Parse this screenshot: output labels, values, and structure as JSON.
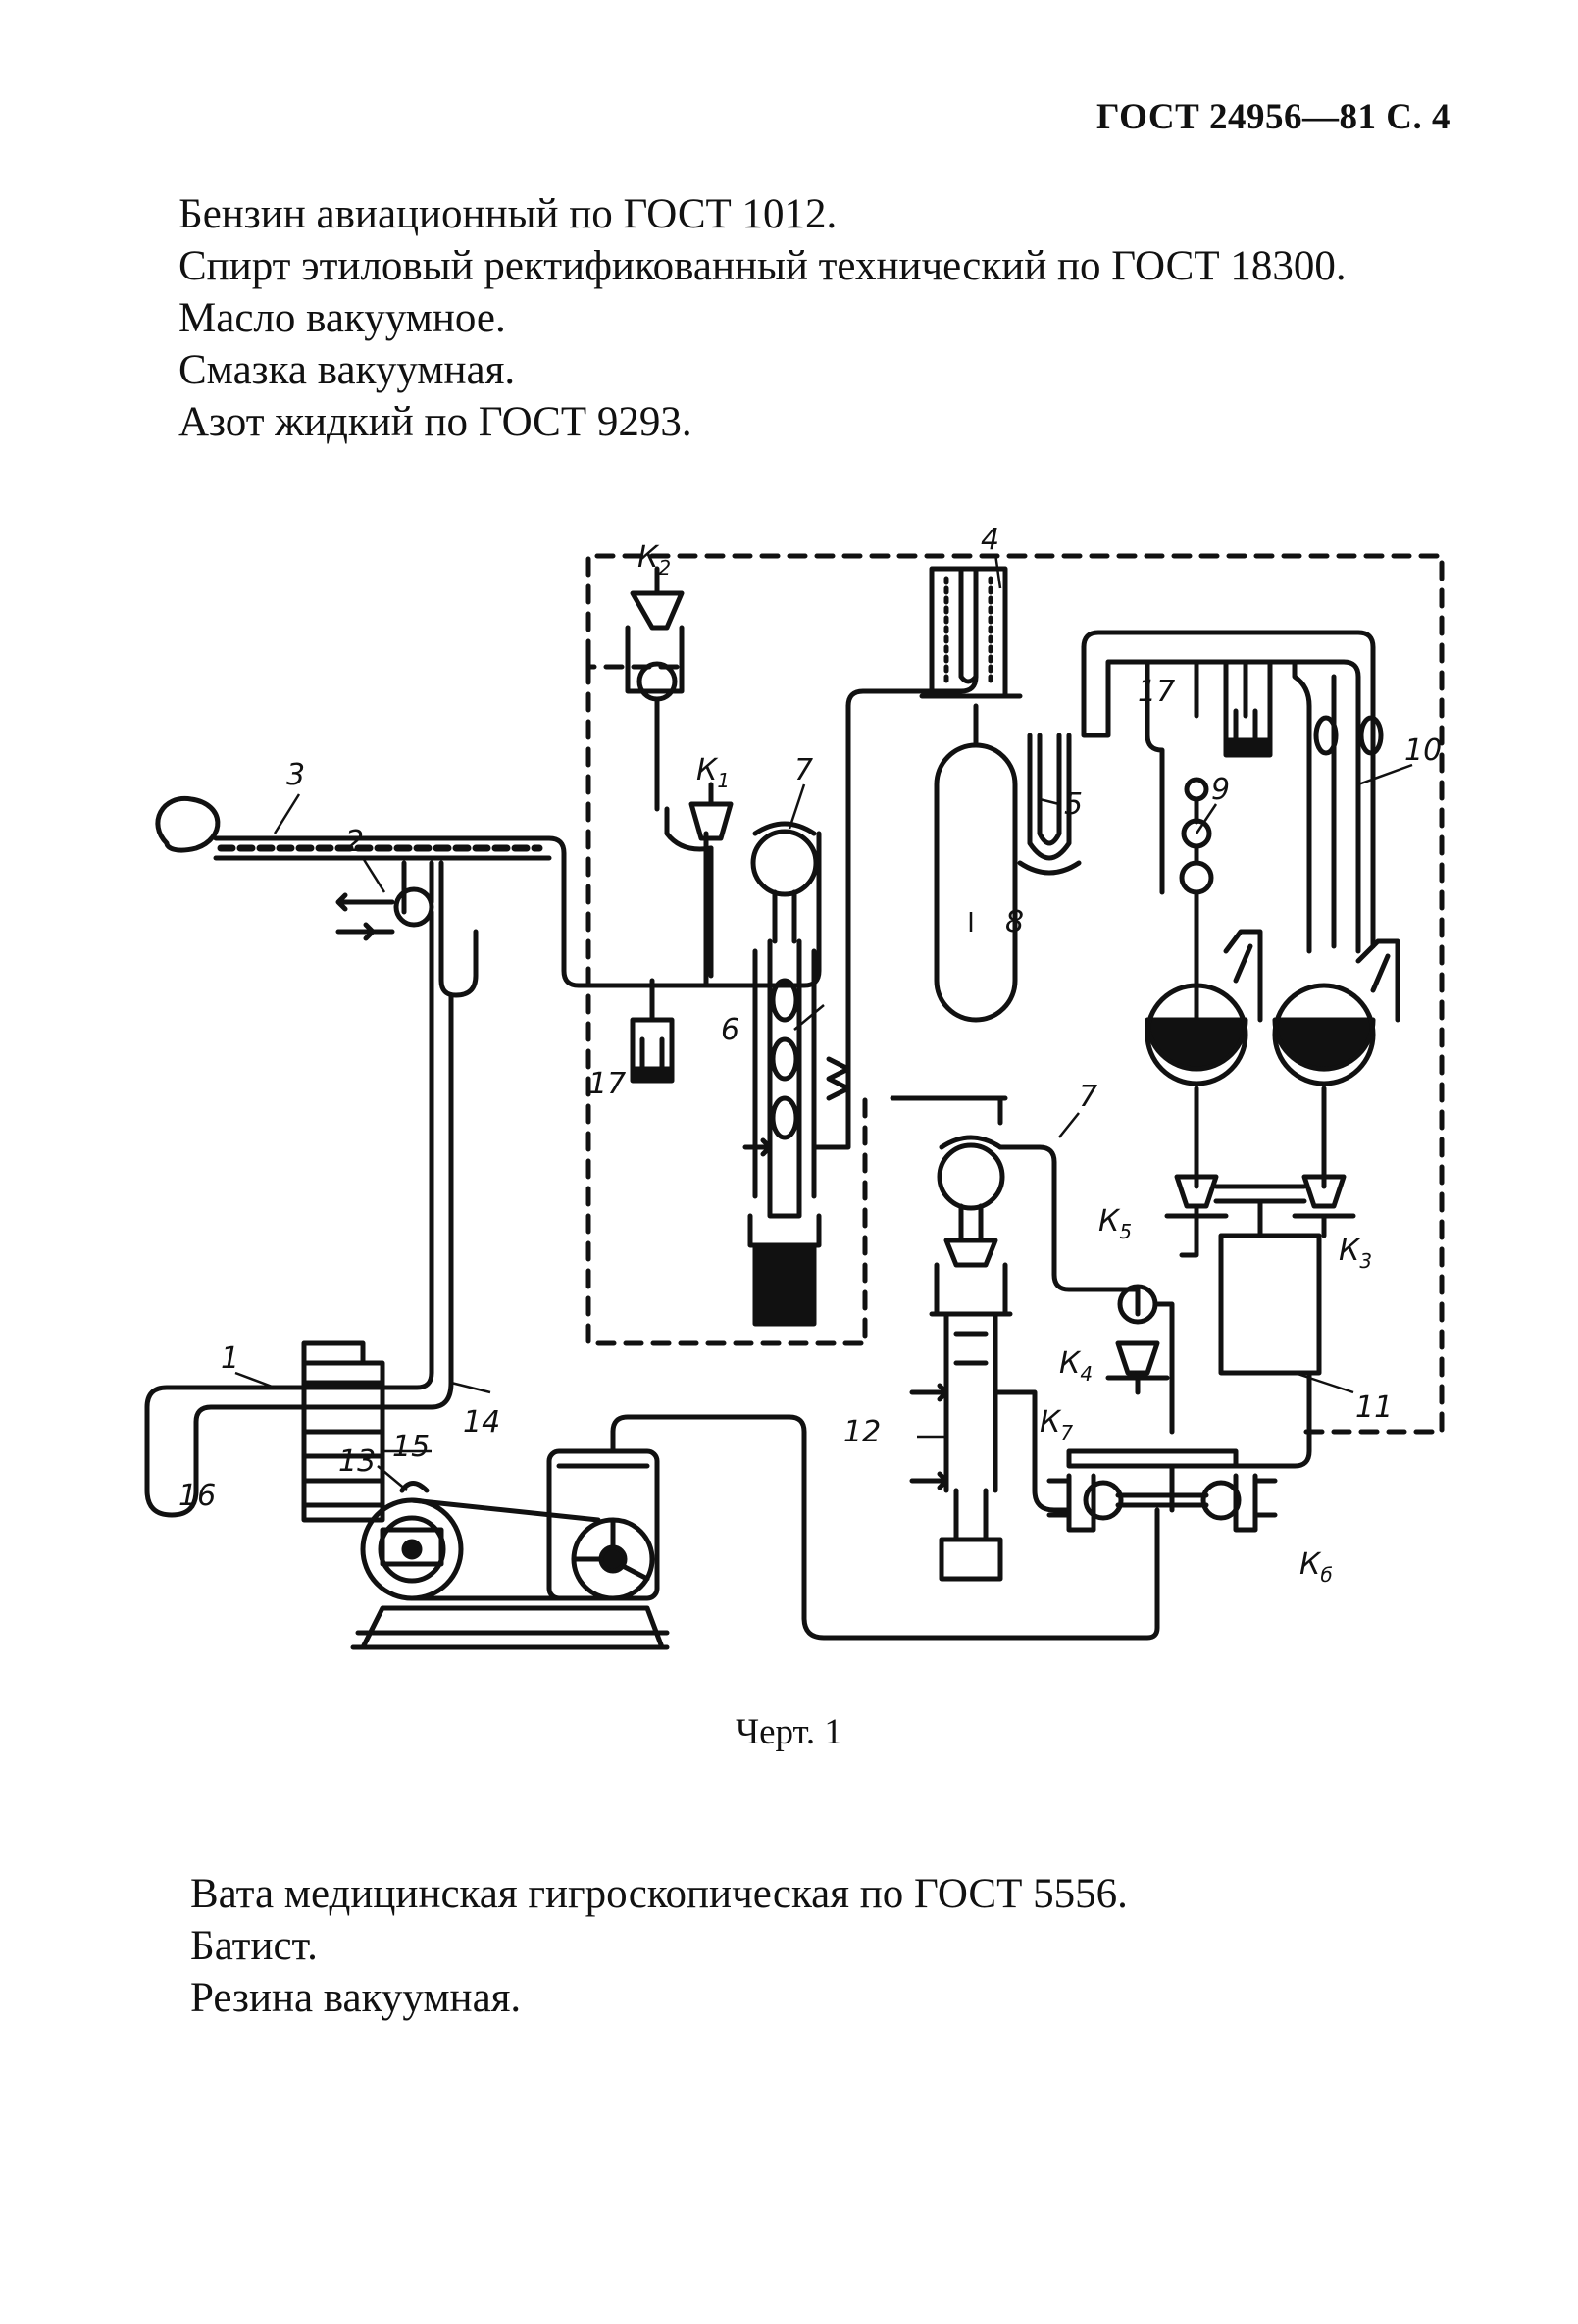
{
  "header": {
    "standard_ref": "ГОСТ 24956—81 С. 4"
  },
  "materials_top": [
    "Бензин авиационный по ГОСТ 1012.",
    "Спирт этиловый ректификованный технический по ГОСТ 18300.",
    "Масло вакуумное.",
    "Смазка вакуумная.",
    "Азот жидкий по ГОСТ 9293."
  ],
  "figure": {
    "caption": "Черт. 1",
    "labels": {
      "n1": "1",
      "n2": "2",
      "n3": "3",
      "n4": "4",
      "n5": "5",
      "n6": "6",
      "n7a": "7",
      "n7b": "7",
      "n8": "8",
      "n9": "9",
      "n10": "10",
      "n11": "11",
      "n12": "12",
      "n13": "13",
      "n14": "14",
      "n15": "15",
      "n16": "16",
      "n17a": "17",
      "n17b": "17",
      "k_letter": "К",
      "k1": "1",
      "k2": "2",
      "k3": "3",
      "k4": "4",
      "k5": "5",
      "k6": "б",
      "k7": "7"
    }
  },
  "materials_bottom": [
    "Вата медицинская гигроскопическая по ГОСТ 5556.",
    "Батист.",
    "Резина вакуумная."
  ]
}
